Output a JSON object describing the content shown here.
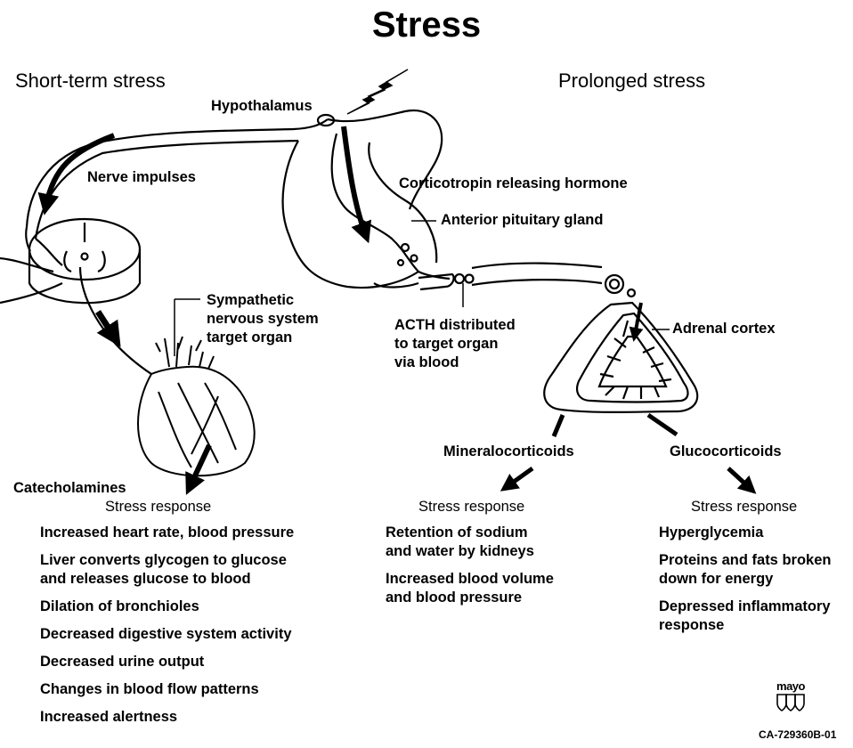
{
  "title": "Stress",
  "left_heading": "Short-term stress",
  "right_heading": "Prolonged stress",
  "labels": {
    "hypothalamus": "Hypothalamus",
    "nerve_impulses": "Nerve impulses",
    "crh": "Corticotropin releasing hormone",
    "anterior_pituitary": "Anterior pituitary gland",
    "sympathetic": [
      "Sympathetic",
      "nervous system",
      "target organ"
    ],
    "acth": [
      "ACTH distributed",
      "to target organ",
      "via blood"
    ],
    "adrenal_cortex": "Adrenal cortex",
    "mineralocorticoids": "Mineralocorticoids",
    "glucocorticoids": "Glucocorticoids",
    "catecholamines": "Catecholamines"
  },
  "short_term": {
    "heading": "Stress response",
    "items": [
      [
        "Increased heart rate, blood pressure"
      ],
      [
        "Liver converts glycogen to glucose",
        "and releases glucose to blood"
      ],
      [
        "Dilation of bronchioles"
      ],
      [
        "Decreased digestive system activity"
      ],
      [
        "Decreased urine output"
      ],
      [
        "Changes in blood flow patterns"
      ],
      [
        "Increased alertness"
      ]
    ]
  },
  "mineral": {
    "heading": "Stress response",
    "items": [
      [
        "Retention of sodium",
        "and water by kidneys"
      ],
      [
        "Increased blood volume",
        "and blood pressure"
      ]
    ]
  },
  "gluco": {
    "heading": "Stress response",
    "items": [
      [
        "Hyperglycemia"
      ],
      [
        "Proteins and fats broken",
        "down for energy"
      ],
      [
        "Depressed inflammatory",
        "response"
      ]
    ]
  },
  "logo": {
    "word": "mayo"
  },
  "figure_code": "CA-729360B-01",
  "icons": [
    "lightning-bolt-icon",
    "mayo-shield-icon"
  ]
}
